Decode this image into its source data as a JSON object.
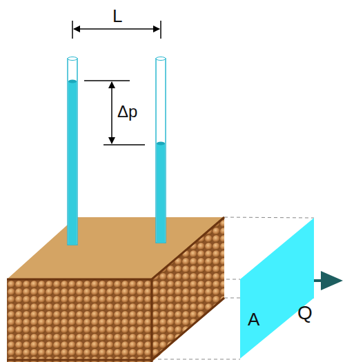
{
  "diagram": {
    "nodes": [
      {
        "text": [
          "A"
        ]
      }
    ],
    "labels": [
      "L",
      "Δp",
      "Q"
    ]
  }
}
